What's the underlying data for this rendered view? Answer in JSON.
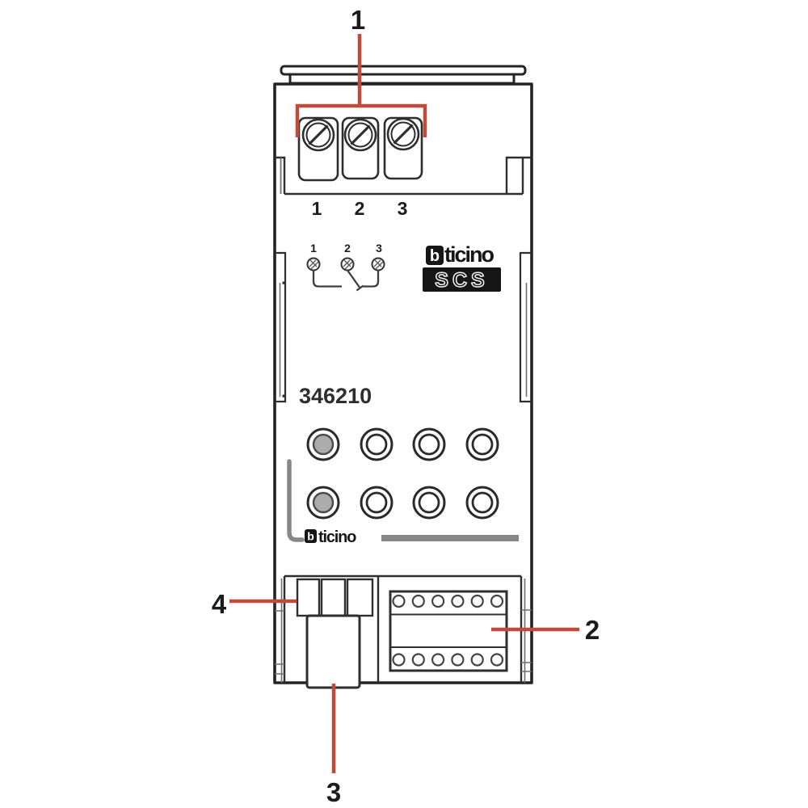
{
  "device": {
    "model": "346210"
  },
  "branding": {
    "logo_b": "b",
    "logo_text": "ticino",
    "scs_text": "SCS",
    "logo_bottom_b": "b",
    "logo_bottom_text": "ticino"
  },
  "callouts": [
    {
      "label": "1"
    },
    {
      "label": "2"
    },
    {
      "label": "3"
    },
    {
      "label": "4"
    }
  ],
  "terminal_block": {
    "labels": [
      "1",
      "2",
      "3"
    ]
  },
  "schematic": {
    "labels": [
      "1",
      "2",
      "3"
    ]
  },
  "colors": {
    "callout_red": "#c04b3c",
    "line_dark": "#242424",
    "line_mid": "#3f3f3f",
    "line_light": "#6f6f6f",
    "accent_gray": "#878787",
    "socket_fill": "#acacac",
    "logo_black": "#161616",
    "text_dark": "#1c1c1c",
    "background": "#ffffff"
  }
}
